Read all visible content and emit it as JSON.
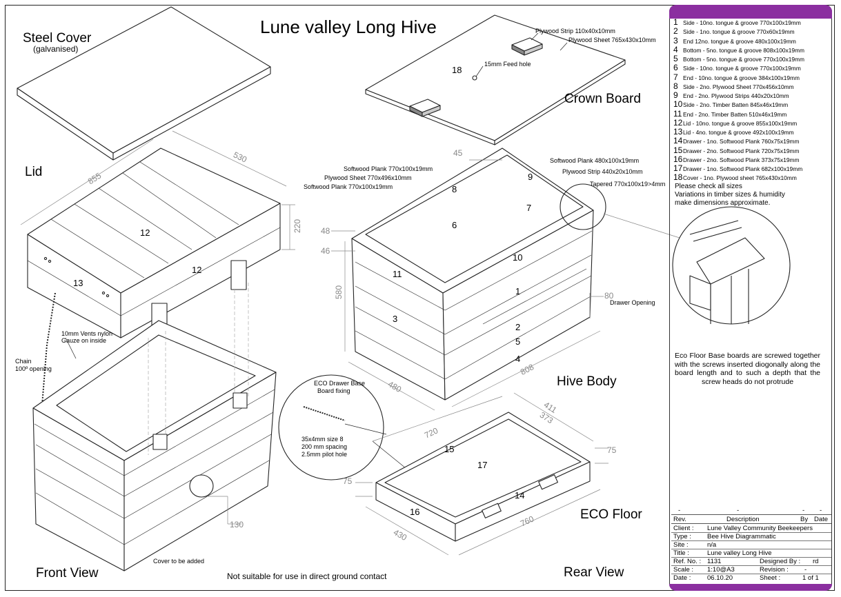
{
  "title": "Lune valley Long Hive",
  "views": {
    "steel_cover": "Steel Cover",
    "steel_cover_sub": "(galvanised)",
    "lid": "Lid",
    "crown_board": "Crown Board",
    "hive_body": "Hive Body",
    "eco_floor": "ECO Floor",
    "front_view": "Front View",
    "rear_view": "Rear View"
  },
  "bottom_note": "Not suitable for use in direct ground contact",
  "crown": {
    "plywood_strip": "Plywood Strip  110x40x10mm",
    "plywood_sheet": "Plywood Sheet  765x430x10mm",
    "feed_hole": "15mm Feed hole",
    "part": "18"
  },
  "lid_labels": {
    "part_top": "12",
    "part_side": "12",
    "part_end": "13",
    "dim_len": "855",
    "dim_w": "530",
    "dim_h": "220",
    "vents": "10mm Vents nylon",
    "gauze": "Gauze on inside",
    "chain": "Chain",
    "chain_open": "100º opening"
  },
  "body_labels": {
    "softwood_plank_a": "Softwood Plank 770x100x19mm",
    "plywood_sheet": "Plywood Sheet 770x496x10mm",
    "softwood_plank_b": "Softwood Plank 770x100x19mm",
    "softwood_plank_c": "Softwood Plank  480x100x19mm",
    "plywood_strip": "Plywood Strip  440x20x10mm",
    "tapered": "Tapered 770x100x19>4mm",
    "drawer_opening": "Drawer Opening",
    "dim_45": "45",
    "dim_48": "48",
    "dim_46": "46",
    "dim_580": "580",
    "dim_80": "80",
    "dim_480": "480",
    "dim_808": "808",
    "p8": "8",
    "p9": "9",
    "p6": "6",
    "p7": "7",
    "p10": "10",
    "p11": "11",
    "p3": "3",
    "p1": "1",
    "p2": "2",
    "p5": "5",
    "p4": "4"
  },
  "front_labels": {
    "eco_drawer": "ECO Drawer Base",
    "board_fixing": "Board fixing",
    "screw_size": "35x4mm size 8",
    "screw_spacing": "200 mm spacing",
    "pilot": "2.5mm pilot hole",
    "cover": "Cover to be added",
    "dim_130": "130"
  },
  "floor_labels": {
    "dim_720": "720",
    "dim_411": "411",
    "dim_373": "373",
    "dim_75a": "75",
    "dim_75b": "75",
    "dim_430": "430",
    "dim_760": "760",
    "p15": "15",
    "p17": "17",
    "p14": "14",
    "p16": "16"
  },
  "parts_list": [
    {
      "n": "1",
      "t": "Side - 10no. tongue & groove  770x100x19mm"
    },
    {
      "n": "2",
      "t": "Side - 1no. tongue & groove  770x60x19mm"
    },
    {
      "n": "3",
      "t": "End  12no. tongue & groove  480x100x19mm"
    },
    {
      "n": "4",
      "t": "Bottom -  5no. tongue & groove  808x100x19mm"
    },
    {
      "n": "5",
      "t": "Bottom -  5no. tongue & groove  770x100x19mm"
    },
    {
      "n": "6",
      "t": "Side - 10no. tongue & groove  770x100x19mm"
    },
    {
      "n": "7",
      "t": "End - 10no. tongue & groove  384x100x19mm"
    },
    {
      "n": "8",
      "t": "Side - 2no. Plywood Sheet  770x456x10mm"
    },
    {
      "n": "9",
      "t": "End - 2no. Plywood Strips  440x20x10mm"
    },
    {
      "n": "10",
      "t": "Side - 2no. Timber Batten  845x46x19mm"
    },
    {
      "n": "11",
      "t": "End - 2no. Timber Batten  510x46x19mm"
    },
    {
      "n": "12",
      "t": "Lid - 10no. tongue & groove  855x100x19mm"
    },
    {
      "n": "13",
      "t": "Lid - 4no. tongue & groove  492x100x19mm"
    },
    {
      "n": "14",
      "t": "Drawer - 1no. Softwood Plank  760x75x19mm"
    },
    {
      "n": "15",
      "t": "Drawer - 2no. Softwood Plank  720x75x19mm"
    },
    {
      "n": "16",
      "t": "Drawer - 2no. Softwood Plank  373x75x19mm"
    },
    {
      "n": "17",
      "t": "Drawer - 1no. Softwood Plank  682x100x19mm"
    },
    {
      "n": "18",
      "t": "Cover - 1no. Plywood sheet  765x430x10mm"
    }
  ],
  "notes": {
    "line1": "Please check all sizes",
    "line2": "Variations in timber sizes & humidity",
    "line3": "make dimensions approximate."
  },
  "eco_note": "Eco Floor Base boards are screwed together with the screws inserted diogonally along the board length and to such a depth that the screw heads do not protrude",
  "title_block": {
    "rev_dash1": "-",
    "rev_dash2": "-",
    "rev_dash3": "-",
    "rev_dash4": "-",
    "rev_label": "Rev.",
    "description_label": "Description",
    "by_label": "By",
    "date_label": "Date",
    "client_label": "Client :",
    "client": "Lune Valley Community Beekeepers",
    "type_label": "Type :",
    "type": "Bee Hive Diagrammatic",
    "site_label": "Site :",
    "site": "n/a",
    "title_label": "Title :",
    "title": "Lune valley Long Hive",
    "ref_label": "Ref. No. :",
    "ref": "1131",
    "designed_label": "Designed By :",
    "designed": "rd",
    "scale_label": "Scale :",
    "scale": "1:10@A3",
    "revision_label": "Revision :",
    "revision": "-",
    "date_row_label": "Date :",
    "date": "06.10.20",
    "sheet_label": "Sheet :",
    "sheet": "1 of 1"
  },
  "colors": {
    "accent": "#8b2fa0",
    "line": "#222222",
    "dim": "#888888"
  }
}
